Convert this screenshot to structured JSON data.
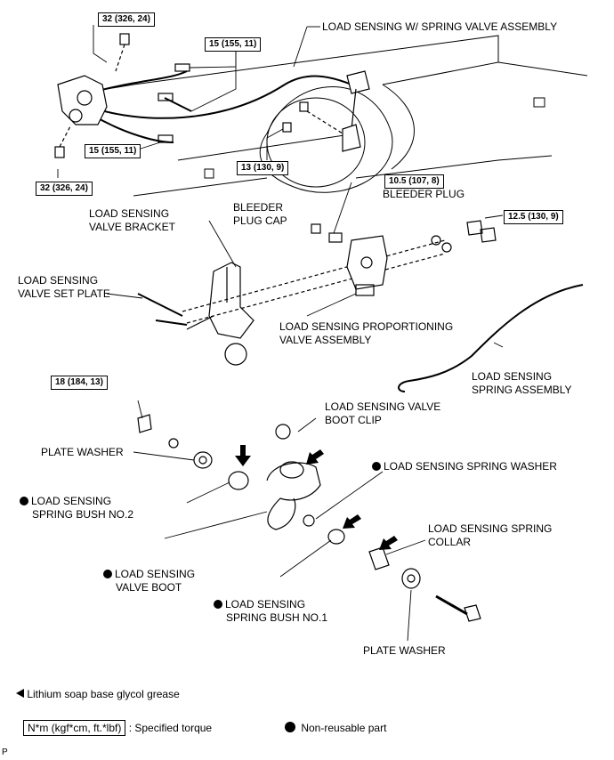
{
  "labels": {
    "spring_valve_assembly": "LOAD SENSING W/ SPRING VALVE ASSEMBLY",
    "bleeder_plug": "BLEEDER PLUG",
    "bleeder_plug_cap_1": "BLEEDER",
    "bleeder_plug_cap_2": "PLUG CAP",
    "valve_bracket_1": "LOAD SENSING",
    "valve_bracket_2": "VALVE BRACKET",
    "valve_set_plate_1": "LOAD SENSING",
    "valve_set_plate_2": "VALVE SET PLATE",
    "proportioning_valve_1": "LOAD SENSING PROPORTIONING",
    "proportioning_valve_2": "VALVE ASSEMBLY",
    "spring_assembly_1": "LOAD SENSING",
    "spring_assembly_2": "SPRING ASSEMBLY",
    "boot_clip_1": "LOAD SENSING VALVE",
    "boot_clip_2": "BOOT CLIP",
    "plate_washer_upper": "PLATE WASHER",
    "spring_washer": "LOAD SENSING SPRING WASHER",
    "bush_no2_1": "LOAD SENSING",
    "bush_no2_2": "SPRING BUSH NO.2",
    "valve_boot_1": "LOAD SENSING",
    "valve_boot_2": "VALVE BOOT",
    "spring_collar_1": "LOAD SENSING SPRING",
    "spring_collar_2": "COLLAR",
    "bush_no1_1": "LOAD SENSING",
    "bush_no1_2": "SPRING BUSH NO.1",
    "plate_washer_lower": "PLATE WASHER"
  },
  "torques": {
    "t_32_top": "32 (326, 24)",
    "t_15_top": "15 (155, 11)",
    "t_15_left": "15 (155, 11)",
    "t_32_bottom": "32 (326, 24)",
    "t_13": "13 (130, 9)",
    "t_10_5": "10.5 (107, 8)",
    "t_12_5": "12.5 (130, 9)",
    "t_18": "18 (184, 13)"
  },
  "legend": {
    "grease": "Lithium soap base glycol grease",
    "torque_unit": "N*m (kgf*cm, ft.*lbf)",
    "torque_desc": ": Specified torque",
    "non_reusable": "Non-reusable part"
  },
  "corner_mark": "P"
}
